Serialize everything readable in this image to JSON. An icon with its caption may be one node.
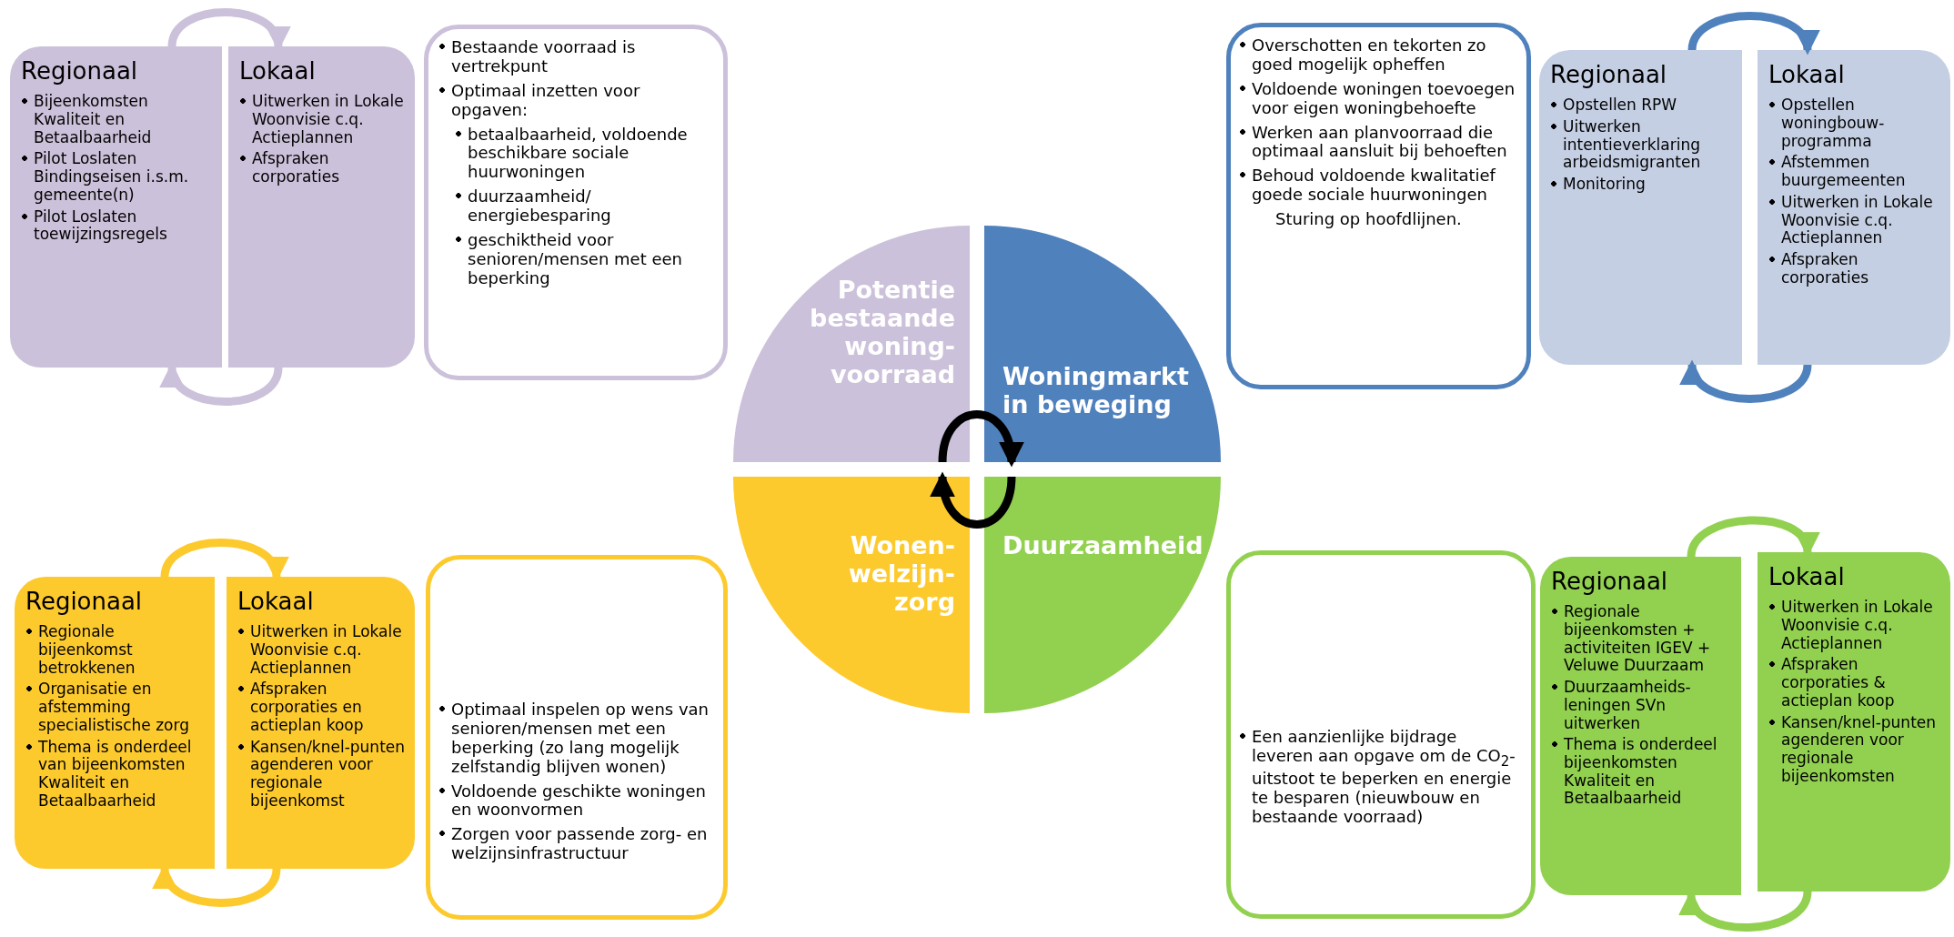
{
  "diagram": {
    "nodes": [
      {
        "text": [
          "Regionaal",
          "Bijeenkomsten Kwaliteit en Betaalbaarheid",
          "Pilot Loslaten Bindingseisen i.s.m. gemeente(n)",
          "Pilot Loslaten toewijzingsregels"
        ]
      },
      {
        "text": [
          "Lokaal",
          "Uitwerken in Lokale Woonvisie c.q. Actieplannen",
          "Afspraken corporaties"
        ]
      },
      {
        "text": [
          "Bestaande voorraad is vertrekpunt",
          "Optimaal inzetten voor opgaven:",
          "betaalbaarheid, voldoende beschikbare sociale huurwoningen",
          "duurzaamheid/ energiebesparing",
          "geschiktheid voor senioren/mensen met een beperking"
        ]
      },
      {
        "text": [
          "Potentie bestaande woning-voorraad"
        ]
      },
      {
        "text": [
          "Woningmarkt in beweging"
        ]
      },
      {
        "text": [
          "Overschotten en tekorten zo goed mogelijk opheffen",
          "Voldoende woningen toevoegen voor eigen woningbehoefte",
          "Werken aan planvoorraad die optimaal aansluit bij behoeften",
          "Behoud voldoende kwalitatief goede sociale huurwoningen",
          "Sturing op hoofdlijnen."
        ]
      },
      {
        "text": [
          "Regionaal",
          "Opstellen RPW",
          "Uitwerken intentieverklaring arbeidsmigranten",
          "Monitoring"
        ]
      },
      {
        "text": [
          "Lokaal",
          "Opstellen woningbouw-programma",
          "Afstemmen buurgemeenten",
          "Uitwerken in Lokale Woonvisie c.q. Actieplannen",
          "Afspraken corporaties"
        ]
      },
      {
        "text": [
          "Regionaal",
          "Regionale bijeenkomst betrokkenen",
          "Organisatie en afstemming specialistische zorg",
          "Thema is onderdeel van bijeenkomsten Kwaliteit en Betaalbaarheid"
        ]
      },
      {
        "text": [
          "Lokaal",
          "Uitwerken in Lokale Woonvisie c.q. Actieplannen",
          "Afspraken corporaties en actieplan koop",
          "Kansen/knel-punten agenderen voor regionale bijeenkomst"
        ]
      },
      {
        "text": [
          "Optimaal inspelen op wens van senioren/mensen met een beperking (zo lang mogelijk zelfstandig blijven wonen)",
          "Voldoende geschikte woningen en woonvormen",
          "Zorgen voor passende zorg- en welzijnsinfrastructuur"
        ]
      },
      {
        "text": [
          "Wonen-welzijn-zorg"
        ]
      },
      {
        "text": [
          "Duurzaamheid"
        ]
      },
      {
        "text": [
          "Een aanzienlijke bijdrage leveren aan opgave om de CO$_{2}$-uitstoot te beperken en energie te besparen (nieuwbouw en bestaande voorraad)"
        ]
      },
      {
        "text": [
          "Regionaal",
          "Regionale bijeenkomsten + activiteiten IGEV + Veluwe Duurzaam",
          "Duurzaamheids-leningen SVn uitwerken",
          "Thema is onderdeel bijeenkomsten Kwaliteit en Betaalbaarheid"
        ]
      },
      {
        "text": [
          "Lokaal",
          "Uitwerken in Lokale Woonvisie c.q. Actieplannen",
          "Afspraken corporaties & actieplan koop",
          "Kansen/knel-punten agenderen voor regionale bijeenkomsten"
        ]
      }
    ],
    "edges": [
      {
        "from": 0,
        "to": 1,
        "arrow": "to",
        "color": "#ccc1da"
      },
      {
        "from": 1,
        "to": 0,
        "arrow": "to",
        "color": "#ccc1da"
      },
      {
        "from": 6,
        "to": 7,
        "arrow": "to",
        "color": "#4f81bd"
      },
      {
        "from": 7,
        "to": 6,
        "arrow": "to",
        "color": "#4f81bd"
      },
      {
        "from": 8,
        "to": 9,
        "arrow": "to",
        "color": "#fdca2e"
      },
      {
        "from": 9,
        "to": 8,
        "arrow": "to",
        "color": "#fdca2e"
      },
      {
        "from": 14,
        "to": 15,
        "arrow": "to",
        "color": "#92d050"
      },
      {
        "from": 15,
        "to": 14,
        "arrow": "to",
        "color": "#92d050"
      },
      {
        "from": 3,
        "to": 4,
        "arrow": "to",
        "color": "#000000"
      },
      {
        "from": 12,
        "to": 11,
        "arrow": "to",
        "color": "#000000"
      }
    ]
  }
}
